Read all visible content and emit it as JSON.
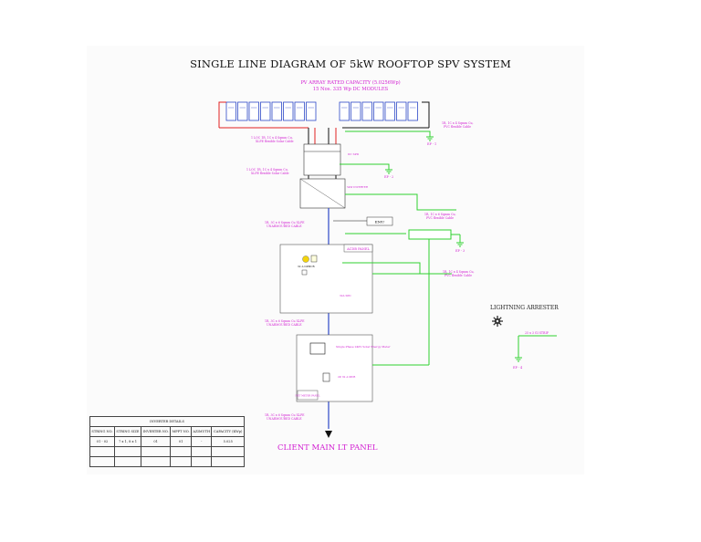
{
  "title": "SINGLE LINE DIAGRAM OF 5kW ROOFTOP SPV SYSTEM",
  "pv_array": {
    "capacity_line": "PV ARRAY RATED CAPACITY (5.0256Wp)",
    "modules_line": "15 Nos. 335 Wp DC MODULES"
  },
  "cables": {
    "dc_top_right": [
      "1R, 1C x 4 Sqmm Cu,",
      "PVC flexible Cable"
    ],
    "dc_string": [
      "1 LOC 1R, 1C x 4 Sqmm Cu,",
      "XLPE flexible Solar Cable"
    ],
    "dc_inverter": [
      "1 LOC 1R, 1C x 4 Sqmm Cu,",
      "XLPE flexible Solar Cable"
    ],
    "earth_1": [
      "1R, 1C x 6 Sqmm Cu,",
      "PVC flexible Cable"
    ],
    "ac_1": [
      "1R, 3C x 6 Sqmm Cu XLPE",
      "UNARMOURED CABLE"
    ],
    "earth_2": [
      "1R, 1C x 4 Sqmm Cu,",
      "PVC flexible Cable"
    ],
    "ac_2": [
      "1R, 3C x 6 Sqmm Cu XLPE",
      "UNARMOURED CABLE"
    ],
    "ac_3": [
      "1R, 3C x 6 Sqmm Cu XLPE",
      "UNARMOURED CABLE"
    ]
  },
  "boxes": {
    "acdb": "ACDB PANEL",
    "emu": "EMU",
    "spd_dc": "DC SPD",
    "spd_ac": "32A SPD",
    "meter": "Single Phase 240V Solar Energy Meter",
    "mcb": "2P, 32 A MCB",
    "netmeter": "NET METER PANEL",
    "isolator": "32 A DPMCB",
    "inverter": "5kW INVERTER"
  },
  "earth_pits": [
    "EP - 1",
    "EP - 2",
    "EP - 3",
    "EP - 4"
  ],
  "lightning": {
    "label": "LIGHTNING ARRESTER",
    "cable": "25 x 3 GI STRIP"
  },
  "client_panel": "CLIENT MAIN LT PANEL",
  "inverter_details": {
    "caption": "INVERTER DETAILS",
    "headers": [
      "STRING NO.",
      "STRING SIZE",
      "INVERTER NO.",
      "MPPT NO.",
      "AZIMUTH",
      "CAPACITY (KWp)"
    ],
    "rows": [
      [
        "01 - 02",
        "7 x 1, 8 x 1",
        "01",
        "01",
        "-",
        "5.025"
      ],
      [
        "",
        "",
        "",
        "",
        "",
        ""
      ],
      [
        "",
        "",
        "",
        "",
        "",
        ""
      ]
    ]
  },
  "colors": {
    "magenta": "#d21fd2",
    "green": "#2fd22f",
    "red": "#e02020",
    "blue": "#2d48c8",
    "black": "#111111"
  }
}
